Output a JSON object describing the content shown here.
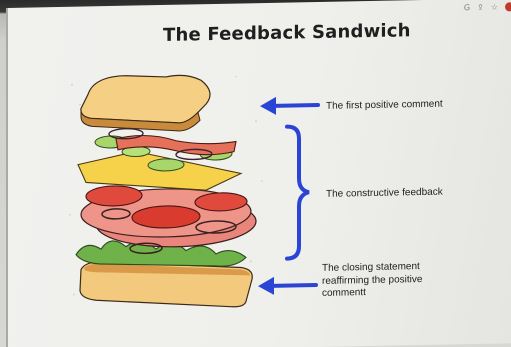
{
  "slide": {
    "title": "The Feedback Sandwich",
    "labels": {
      "top": "The first positive comment",
      "middle": "The constructive feedback",
      "bottom_line1": "The closing statement",
      "bottom_line2": "reaffirming the positive",
      "bottom_line3": "commentt"
    },
    "accent_color": "#2a45d6"
  },
  "browser_toolbar": {
    "icons": [
      "google-icon",
      "share-icon",
      "star-icon",
      "extension-icon"
    ]
  }
}
